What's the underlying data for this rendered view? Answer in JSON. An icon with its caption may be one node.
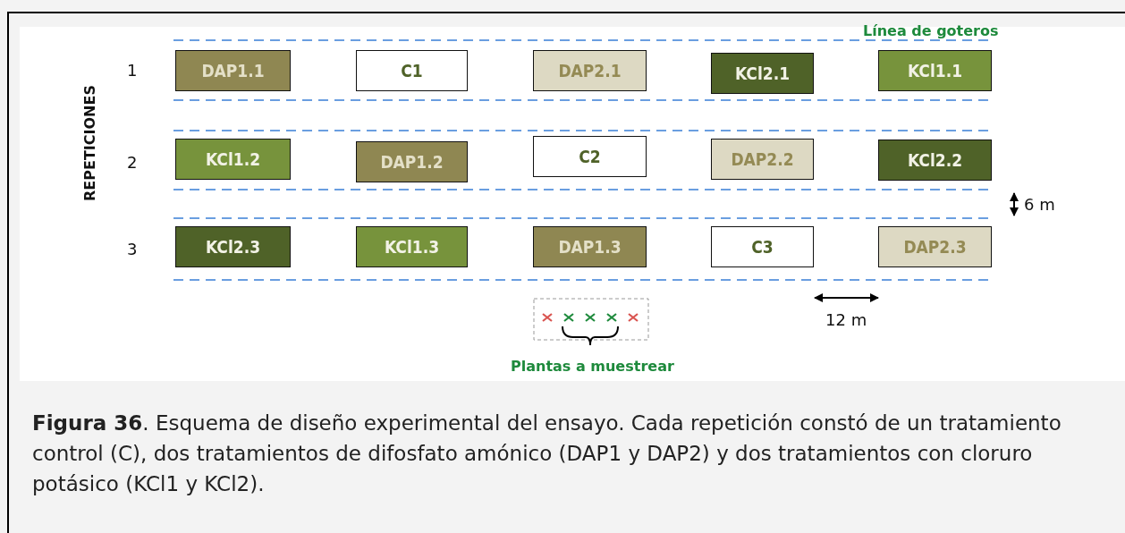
{
  "diagram": {
    "caption": "**Figura 36**. Esquema de diseño experimental del ensayo. Cada repetición constó de un tratamiento control (C), dos tratamientos de difosfato amónico (DAP1 y DAP2) y dos tratamientos con cloruro potásico (KCl1 y KCl2).",
    "nodes": [
      {
        "text": [
          "DAP1.1"
        ]
      },
      {
        "text": [
          "C1"
        ]
      },
      {
        "text": [
          "DAP2.1"
        ]
      },
      {
        "text": [
          "KCl2.1"
        ]
      },
      {
        "text": [
          "KCl1.1"
        ]
      },
      {
        "text": [
          "KCl1.2"
        ]
      },
      {
        "text": [
          "DAP1.2"
        ]
      },
      {
        "text": [
          "C2"
        ]
      },
      {
        "text": [
          "DAP2.2"
        ]
      },
      {
        "text": [
          "KCl2.2"
        ]
      },
      {
        "text": [
          "KCl2.3"
        ]
      },
      {
        "text": [
          "KCl1.3"
        ]
      },
      {
        "text": [
          "DAP1.3"
        ]
      },
      {
        "text": [
          "C3"
        ]
      },
      {
        "text": [
          "DAP2.3"
        ]
      }
    ],
    "labels": [
      "Línea de goteros",
      "1",
      "REPETICIONES",
      "2",
      "6 m",
      "3",
      "12 m",
      "Plantas a muestrear"
    ]
  }
}
